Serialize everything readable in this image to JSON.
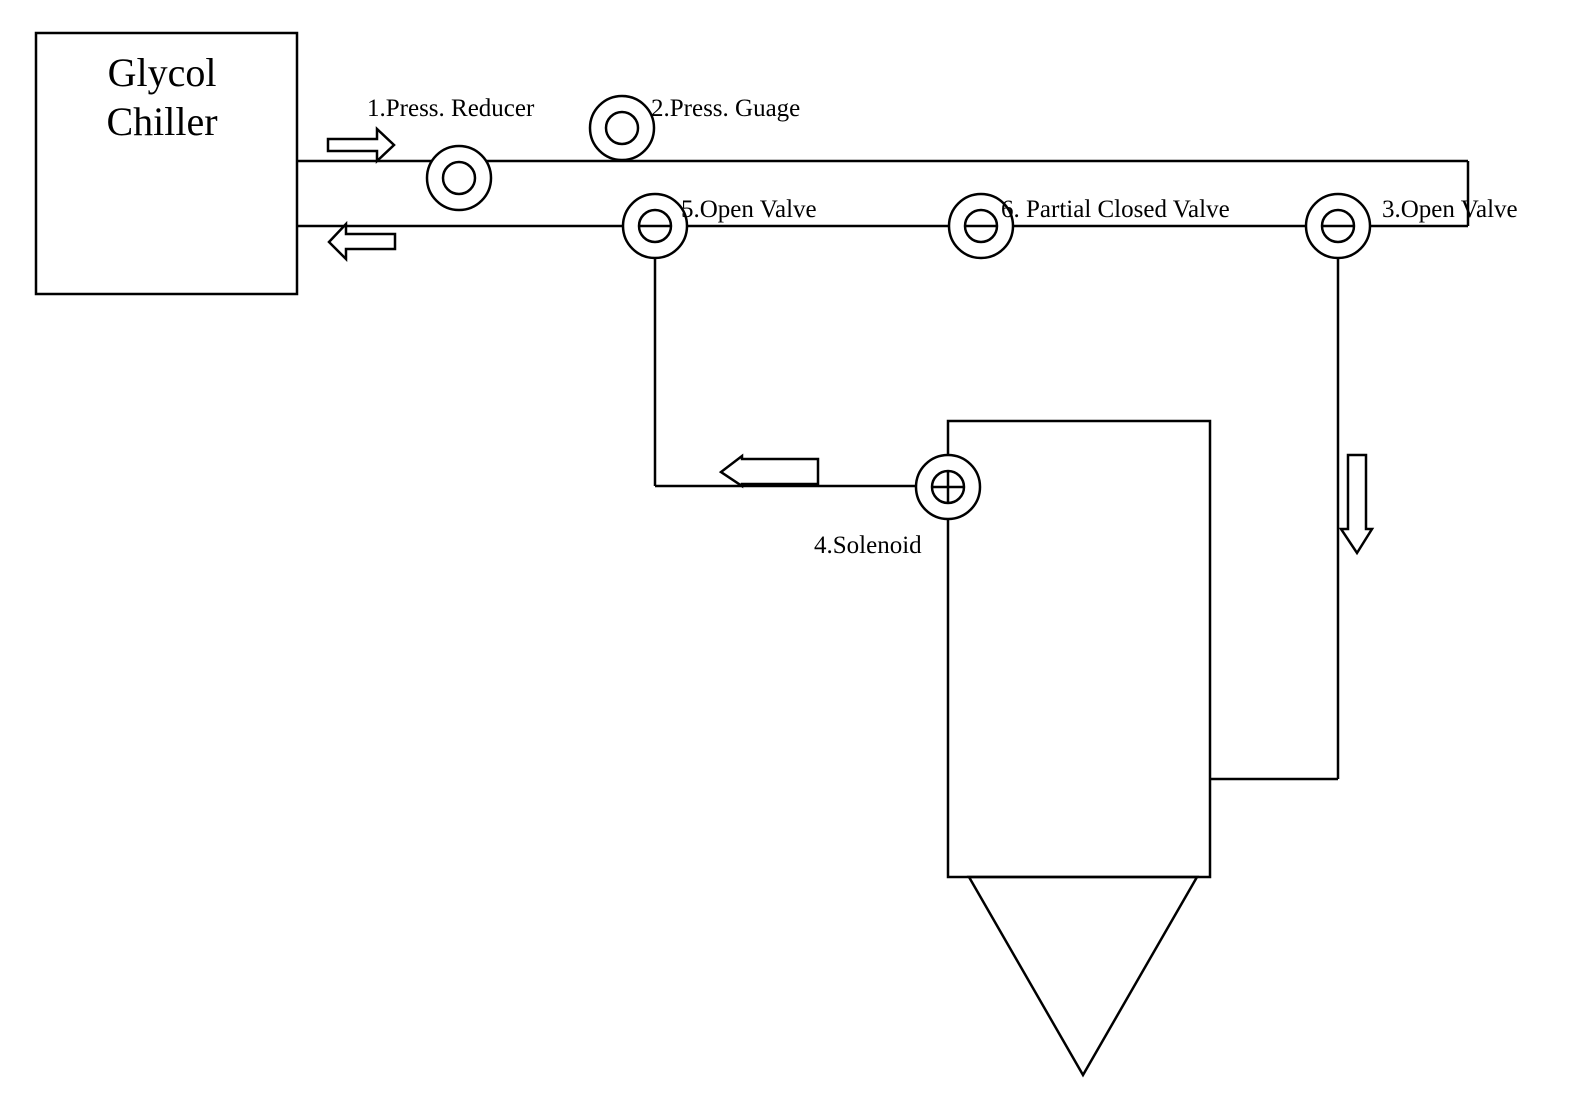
{
  "diagram": {
    "chiller": {
      "line1": "Glycol",
      "line2": "Chiller"
    },
    "labels": {
      "press_reducer": "1.Press. Reducer",
      "press_gauge": "2.Press. Guage",
      "open_valve_3": "3.Open Valve",
      "solenoid": "4.Solenoid",
      "open_valve_5": "5.Open Valve",
      "partial_closed_valve": "6. Partial Closed Valve"
    }
  }
}
